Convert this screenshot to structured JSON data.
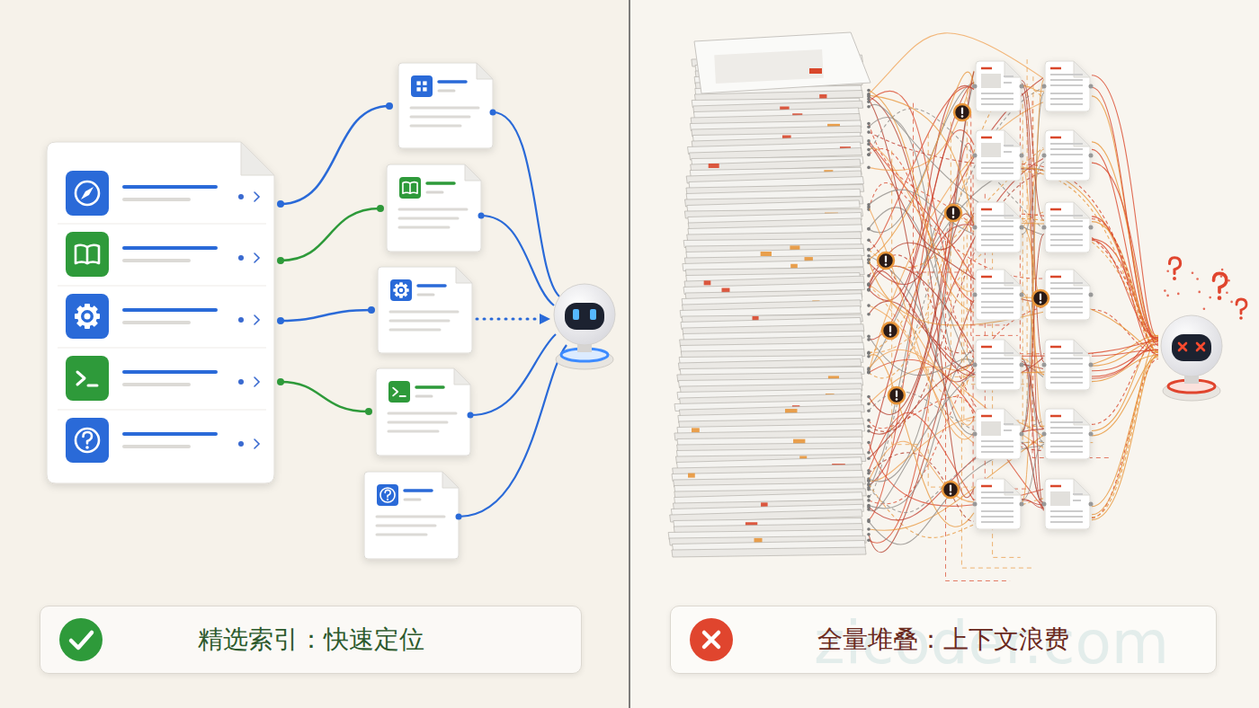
{
  "diagram": {
    "nodes": [
      {
        "text": [
          "精选索引：快速定位"
        ]
      },
      {
        "text": [
          "全量堆叠：上下文浪费"
        ]
      }
    ],
    "labels": [
      "zicoder.com"
    ]
  }
}
